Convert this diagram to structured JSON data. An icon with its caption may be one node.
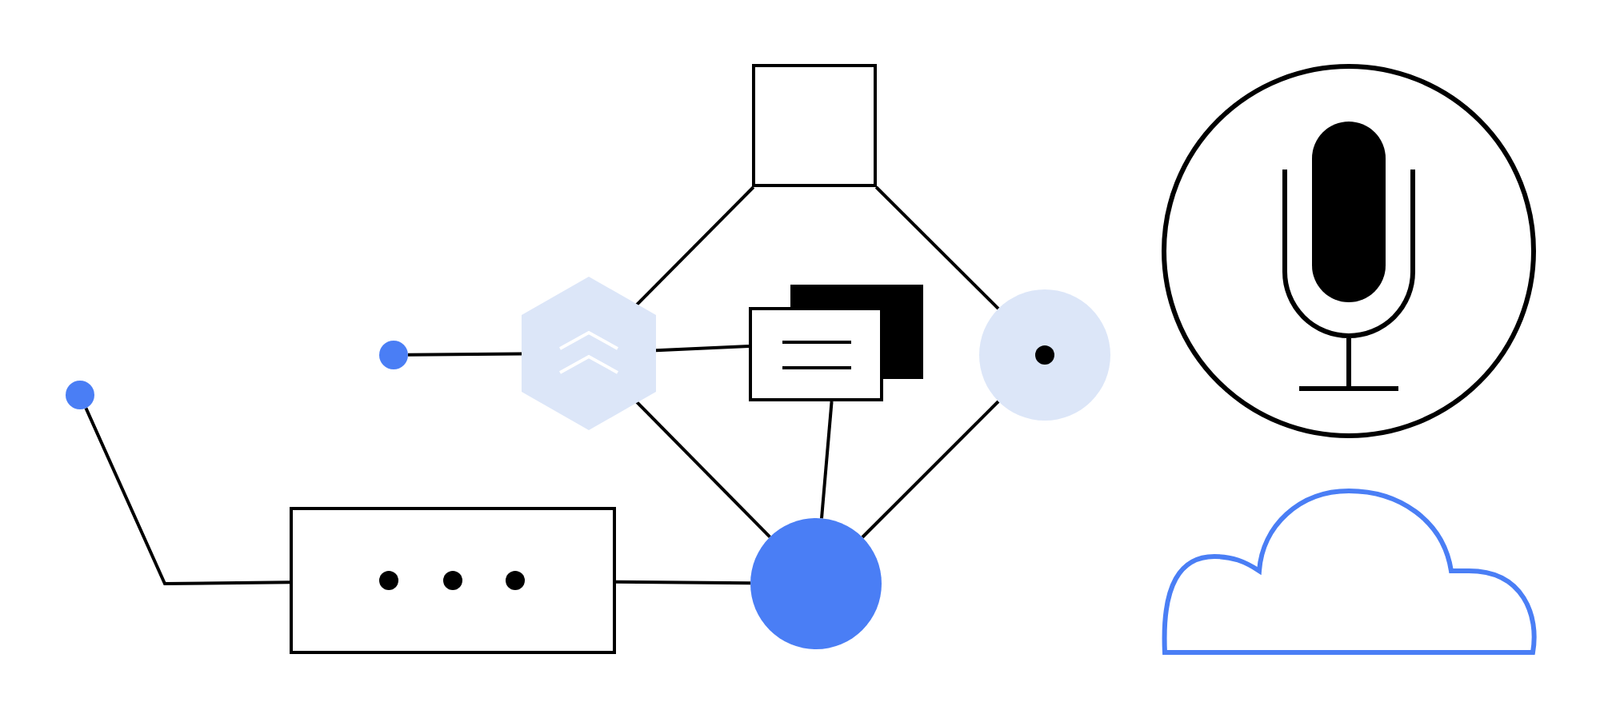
{
  "diagram": {
    "nodes": [
      {
        "text": [],
        "shape": "box"
      },
      {
        "text": [],
        "shape": "circle"
      },
      {
        "text": [],
        "shape": "circle"
      },
      {
        "text": [],
        "shape": "hexagon"
      },
      {
        "text": [],
        "shape": "box"
      },
      {
        "text": [],
        "shape": "circle"
      },
      {
        "text": [],
        "shape": "box"
      },
      {
        "text": [],
        "shape": "circle"
      },
      {
        "text": [],
        "shape": "circle"
      },
      {
        "text": [],
        "shape": "cloud"
      }
    ],
    "edges": [
      {
        "from": 0,
        "to": 3,
        "arrow": "none"
      },
      {
        "from": 0,
        "to": 5,
        "arrow": "none"
      },
      {
        "from": 2,
        "to": 3,
        "arrow": "none"
      },
      {
        "from": 3,
        "to": 4,
        "arrow": "none"
      },
      {
        "from": 4,
        "to": 7,
        "arrow": "none"
      },
      {
        "from": 3,
        "to": 7,
        "arrow": "none"
      },
      {
        "from": 5,
        "to": 7,
        "arrow": "none"
      },
      {
        "from": 1,
        "to": 6,
        "arrow": "none"
      },
      {
        "from": 6,
        "to": 7,
        "arrow": "none"
      }
    ]
  }
}
